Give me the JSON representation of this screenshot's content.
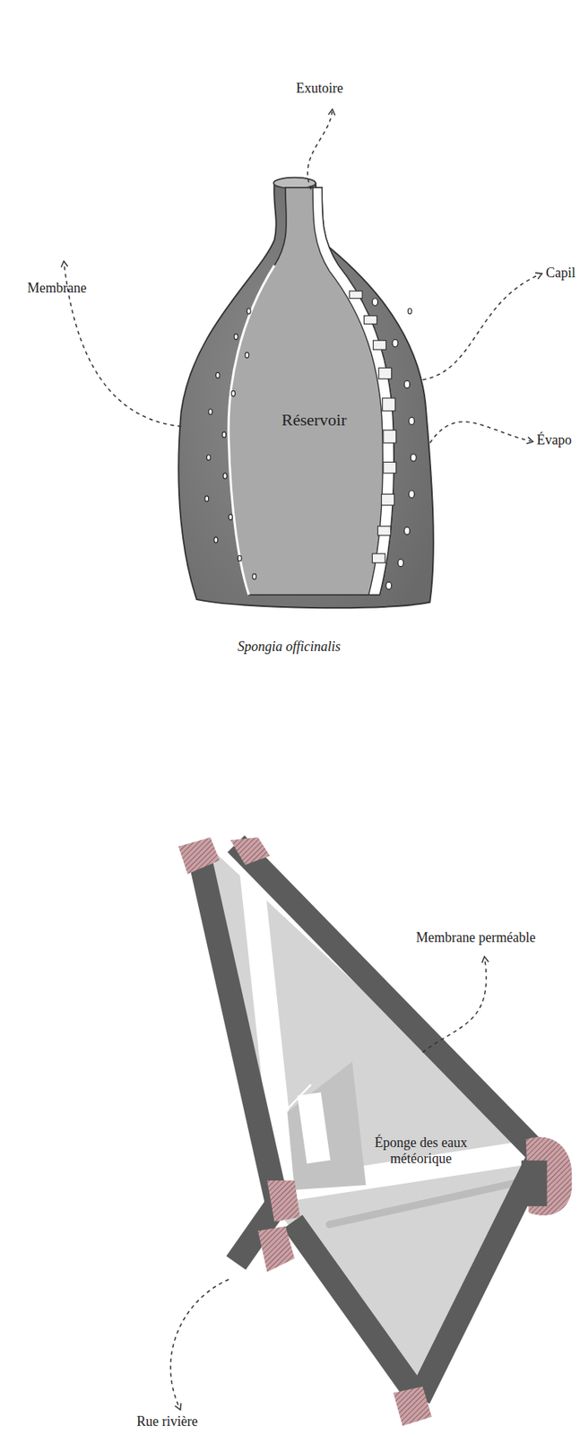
{
  "diagram": {
    "caption": "Spongia officinalis",
    "labels": [
      "Exutoire",
      "Membrane",
      "Réservoir",
      "Capil",
      "Évapo",
      "Membrane perméable",
      "Éponge des eaux météorique",
      "Rue rivière"
    ]
  }
}
